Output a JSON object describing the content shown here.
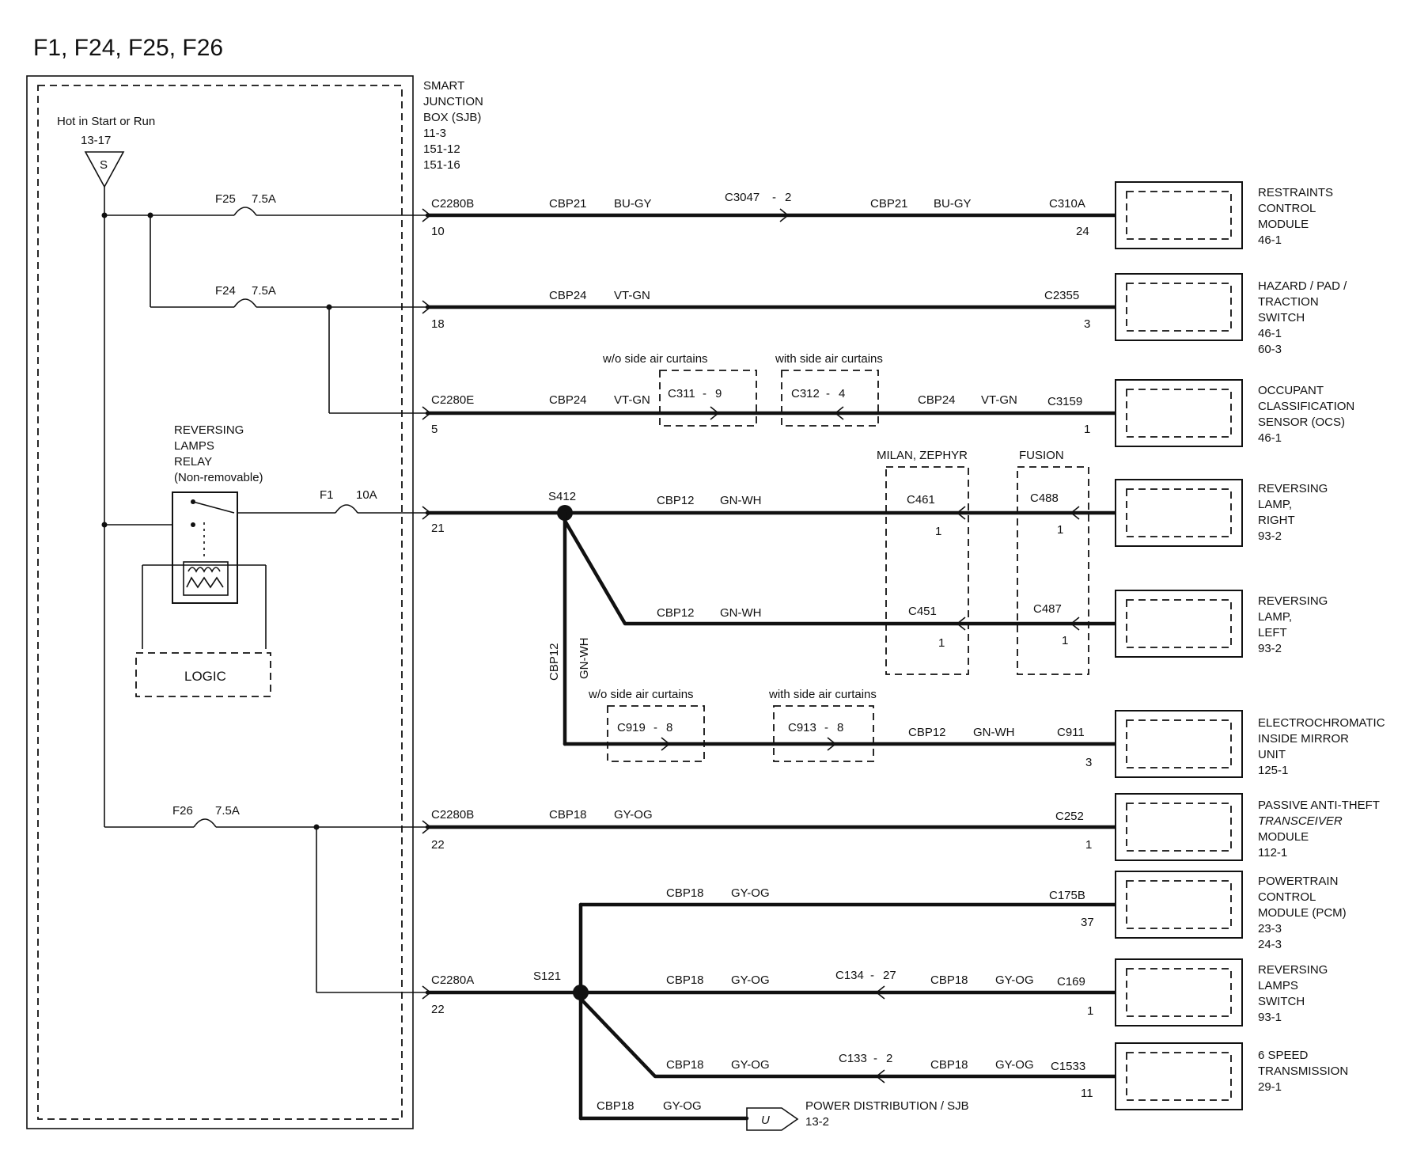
{
  "title": "F1, F24, F25, F26",
  "sjb": {
    "lines": [
      "SMART",
      "JUNCTION",
      "BOX (SJB)",
      "11-3",
      "151-12",
      "151-16"
    ]
  },
  "hot_label": "Hot in Start or Run",
  "hot_ref": "13-17",
  "hot_symbol": "S",
  "fuses": {
    "f25": {
      "name": "F25",
      "rating": "7.5A"
    },
    "f24": {
      "name": "F24",
      "rating": "7.5A"
    },
    "f1": {
      "name": "F1",
      "rating": "10A"
    },
    "f26": {
      "name": "F26",
      "rating": "7.5A"
    }
  },
  "relay": {
    "lines": [
      "REVERSING",
      "LAMPS",
      "RELAY",
      "(Non-removable)"
    ],
    "logic": "LOGIC"
  },
  "rows": {
    "r1": {
      "conn": "C2280B",
      "pin": "10",
      "circuit": "CBP21",
      "color": "BU-GY",
      "mid_conn": "C3047",
      "mid_dash": "-",
      "mid_pin": "2",
      "circuit2": "CBP21",
      "color2": "BU-GY",
      "end_conn": "C310A",
      "end_pin": "24"
    },
    "r2": {
      "pin": "18",
      "circuit": "CBP24",
      "color": "VT-GN",
      "end_conn": "C2355",
      "end_pin": "3"
    },
    "r3": {
      "conn": "C2280E",
      "pin": "5",
      "circuit": "CBP24",
      "color": "VT-GN",
      "opt_a_label": "w/o side air curtains",
      "opt_a_conn": "C311",
      "opt_a_dash": "-",
      "opt_a_pin": "9",
      "opt_b_label": "with side air curtains",
      "opt_b_conn": "C312",
      "opt_b_dash": "-",
      "opt_b_pin": "4",
      "circuit2": "CBP24",
      "color2": "VT-GN",
      "end_conn": "C3159",
      "end_pin": "1"
    },
    "r4": {
      "pin": "21",
      "splice": "S412",
      "circuit": "CBP12",
      "color": "GN-WH",
      "variant_a": "MILAN, ZEPHYR",
      "variant_b": "FUSION",
      "conn_a": "C461",
      "pin_a": "1",
      "conn_b": "C488",
      "pin_b": "1"
    },
    "r5": {
      "circuit": "CBP12",
      "color": "GN-WH",
      "conn_a": "C451",
      "pin_a": "1",
      "conn_b": "C487",
      "pin_b": "1"
    },
    "r6": {
      "vert_circuit": "CBP12",
      "vert_color": "GN-WH",
      "opt_a_label": "w/o side air curtains",
      "opt_a_conn": "C919",
      "opt_a_dash": "-",
      "opt_a_pin": "8",
      "opt_b_label": "with side air curtains",
      "opt_b_conn": "C913",
      "opt_b_dash": "-",
      "opt_b_pin": "8",
      "circuit": "CBP12",
      "color": "GN-WH",
      "end_conn": "C911",
      "end_pin": "3"
    },
    "r7": {
      "conn": "C2280B",
      "pin": "22",
      "circuit": "CBP18",
      "color": "GY-OG",
      "end_conn": "C252",
      "end_pin": "1"
    },
    "r8": {
      "circuit": "CBP18",
      "color": "GY-OG",
      "end_conn": "C175B",
      "end_pin": "37"
    },
    "r9": {
      "conn": "C2280A",
      "pin": "22",
      "splice": "S121",
      "circuit": "CBP18",
      "color": "GY-OG",
      "mid_conn": "C134",
      "mid_dash": "-",
      "mid_pin": "27",
      "circuit2": "CBP18",
      "color2": "GY-OG",
      "end_conn": "C169",
      "end_pin": "1"
    },
    "r10": {
      "circuit": "CBP18",
      "color": "GY-OG",
      "mid_conn": "C133",
      "mid_dash": "-",
      "mid_pin": "2",
      "circuit2": "CBP18",
      "color2": "GY-OG",
      "end_conn": "C1533",
      "end_pin": "11"
    },
    "r11": {
      "circuit": "CBP18",
      "color": "GY-OG",
      "symbol": "U",
      "dest": "POWER DISTRIBUTION / SJB",
      "dest_ref": "13-2"
    }
  },
  "components": {
    "c1": [
      "RESTRAINTS",
      "CONTROL",
      "MODULE",
      "46-1"
    ],
    "c2": [
      "HAZARD / PAD /",
      "TRACTION",
      "SWITCH",
      "46-1",
      "60-3"
    ],
    "c3": [
      "OCCUPANT",
      "CLASSIFICATION",
      "SENSOR (OCS)",
      "46-1"
    ],
    "c4": [
      "REVERSING",
      "LAMP,",
      "RIGHT",
      "93-2"
    ],
    "c5": [
      "REVERSING",
      "LAMP,",
      "LEFT",
      "93-2"
    ],
    "c6": [
      "ELECTROCHROMATIC",
      "INSIDE MIRROR",
      "UNIT",
      "125-1"
    ],
    "c7": [
      "PASSIVE ANTI-THEFT",
      "TRANSCEIVER",
      "MODULE",
      "112-1"
    ],
    "c8": [
      "POWERTRAIN",
      "CONTROL",
      "MODULE (PCM)",
      "23-3",
      "24-3"
    ],
    "c9": [
      "REVERSING",
      "LAMPS",
      "SWITCH",
      "93-1"
    ],
    "c10": [
      "6 SPEED",
      "TRANSMISSION",
      "29-1"
    ]
  }
}
